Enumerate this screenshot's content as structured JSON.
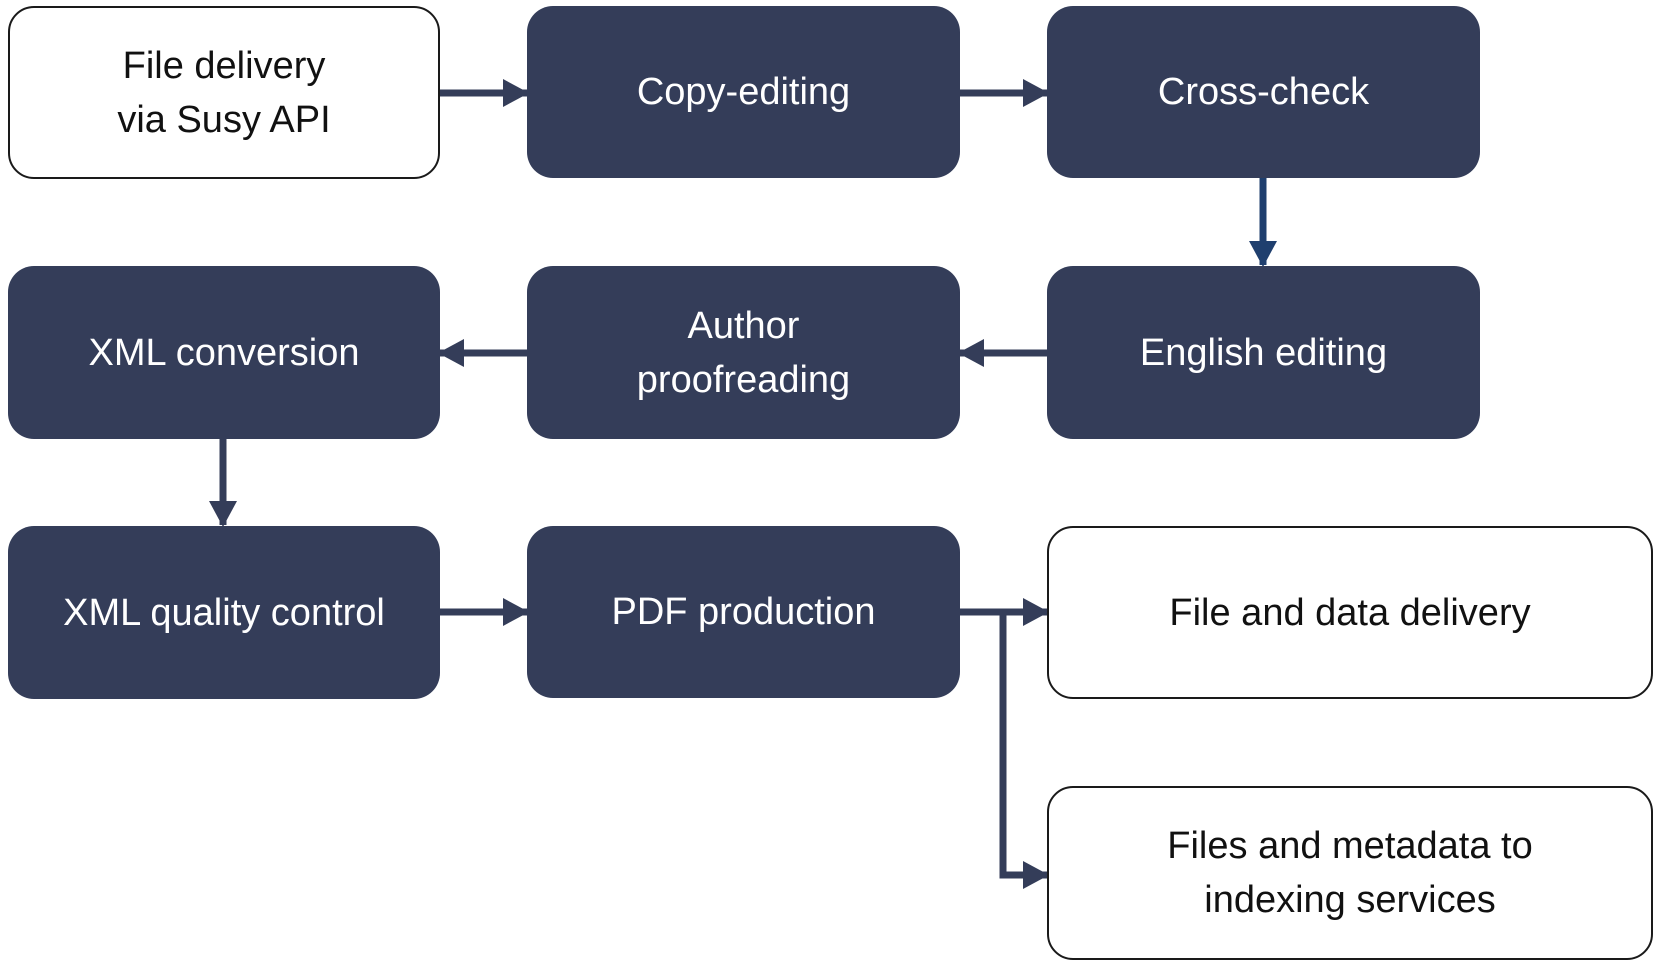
{
  "diagram": {
    "colors": {
      "dark_box": "#343d59",
      "arrow": "#343d59",
      "arrow_blue": "#1f3f6e",
      "light_box_border": "#1a1a1a"
    },
    "nodes": {
      "file_delivery": "File delivery\nvia Susy API",
      "copy_editing": "Copy-editing",
      "cross_check": "Cross-check",
      "english_editing": "English editing",
      "author_proofreading": "Author\nproofreading",
      "xml_conversion": "XML conversion",
      "xml_quality_control": "XML quality control",
      "pdf_production": "PDF production",
      "file_data_delivery": "File and data delivery",
      "indexing_services": "Files and metadata to\nindexing services"
    }
  }
}
